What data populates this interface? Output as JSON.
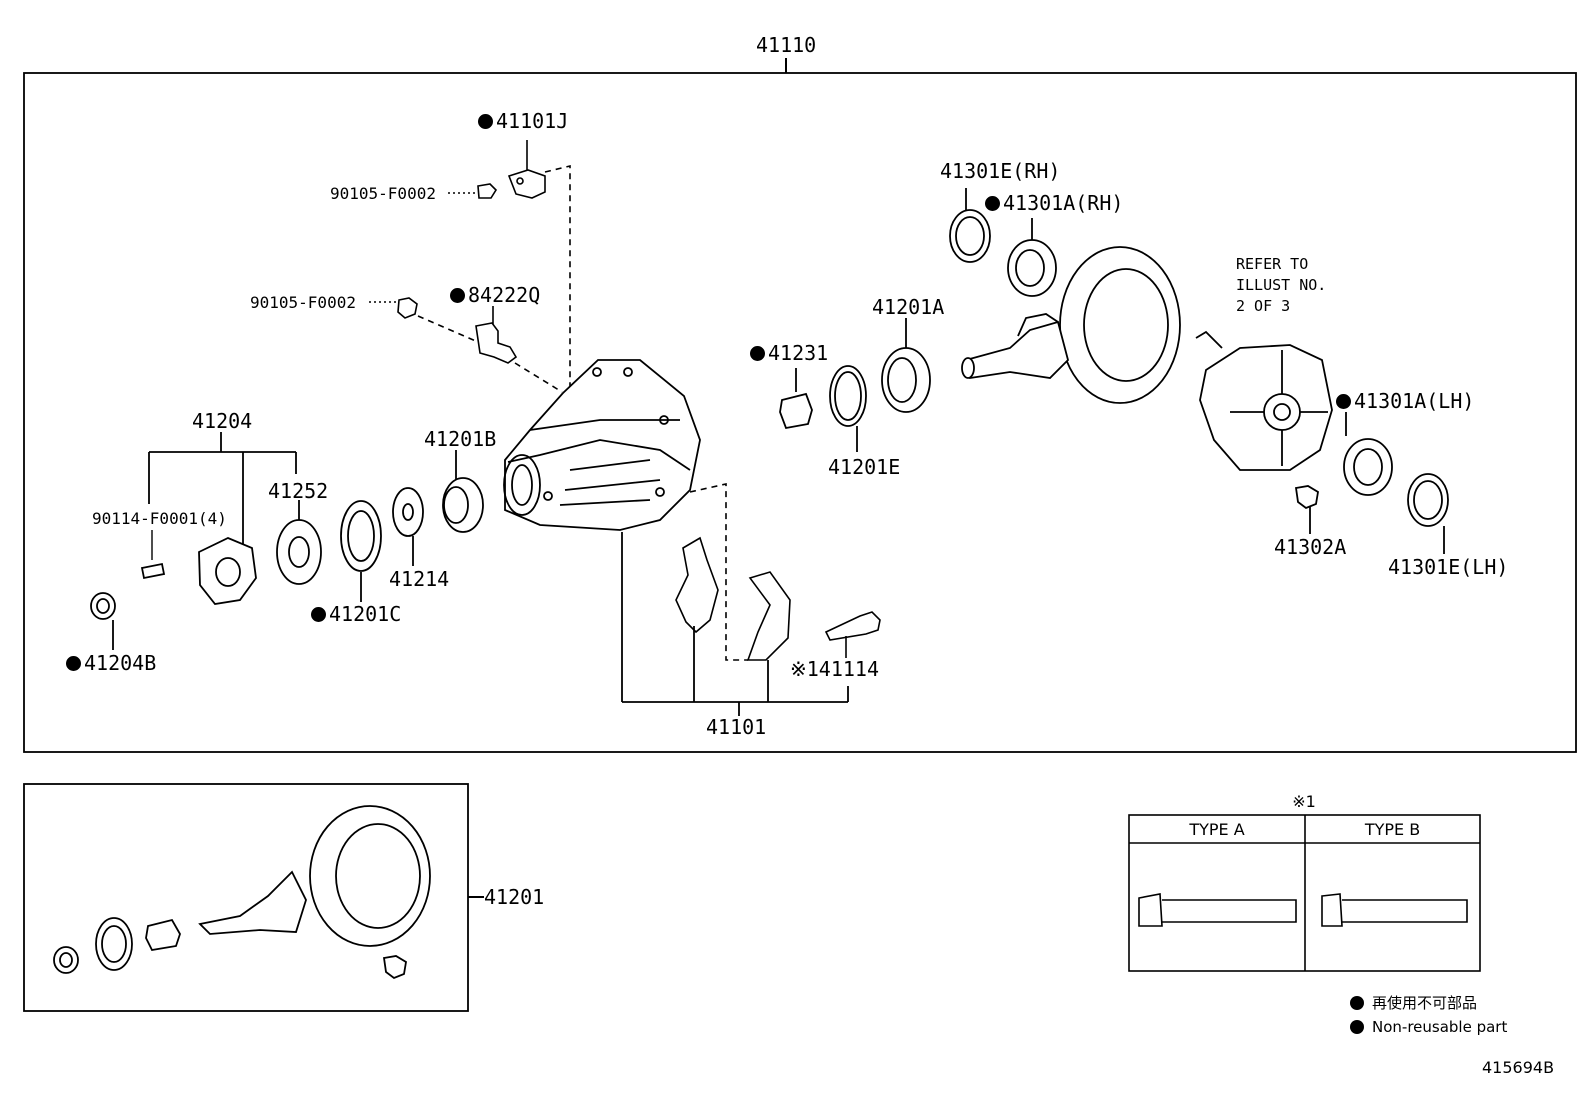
{
  "assembly_label": "41110",
  "parts": {
    "p41101J": "41101J",
    "p90105a": "90105-F0002",
    "p90105b": "90105-F0002",
    "p84222Q": "84222Q",
    "p41204": "41204",
    "p90114": "90114-F0001(4)",
    "p41252": "41252",
    "p41201B": "41201B",
    "p41214": "41214",
    "p41201C": "41201C",
    "p41204B": "41204B",
    "p41231": "41231",
    "p41201A": "41201A",
    "p41201E": "41201E",
    "p41301E_RH": "41301E(RH)",
    "p41301A_RH": "41301A(RH)",
    "p41301A_LH": "41301A(LH)",
    "p41302A": "41302A",
    "p41301E_LH": "41301E(LH)",
    "p41114": "※141114",
    "p41101": "41101",
    "p41201": "41201"
  },
  "refer_note": "REFER TO\nILLUST NO.\n2 OF 3",
  "type_table": {
    "mark": "※1",
    "type_a": "TYPE A",
    "type_b": "TYPE B"
  },
  "legend": {
    "jp": "再使用不可部品",
    "en": "Non-reusable part"
  },
  "figure_id": "415694B"
}
